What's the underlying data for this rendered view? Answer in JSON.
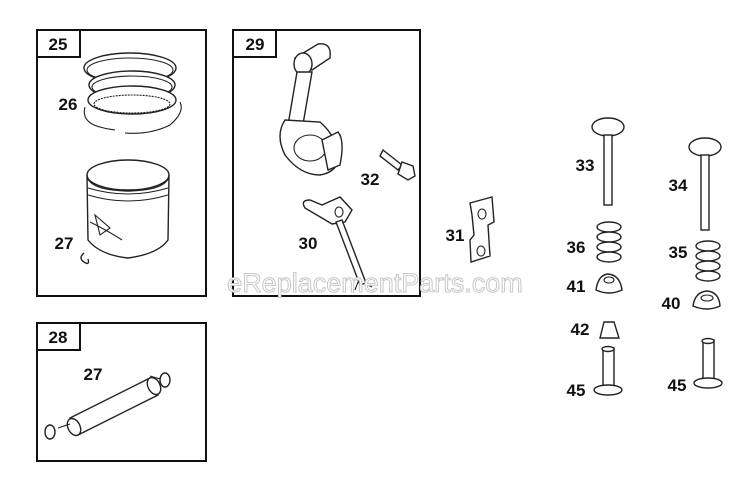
{
  "watermark": "eReplacementParts.com",
  "kits": [
    {
      "id": "25",
      "callouts": [
        "26",
        "27"
      ]
    },
    {
      "id": "29",
      "callouts": [
        "32",
        "30"
      ]
    },
    {
      "id": "28",
      "callouts": [
        "27"
      ]
    }
  ],
  "loose_parts": {
    "p31": "31",
    "p33": "33",
    "p34": "34",
    "p36": "36",
    "p35": "35",
    "p41": "41",
    "p40": "40",
    "p42": "42",
    "p45a": "45",
    "p45b": "45"
  }
}
